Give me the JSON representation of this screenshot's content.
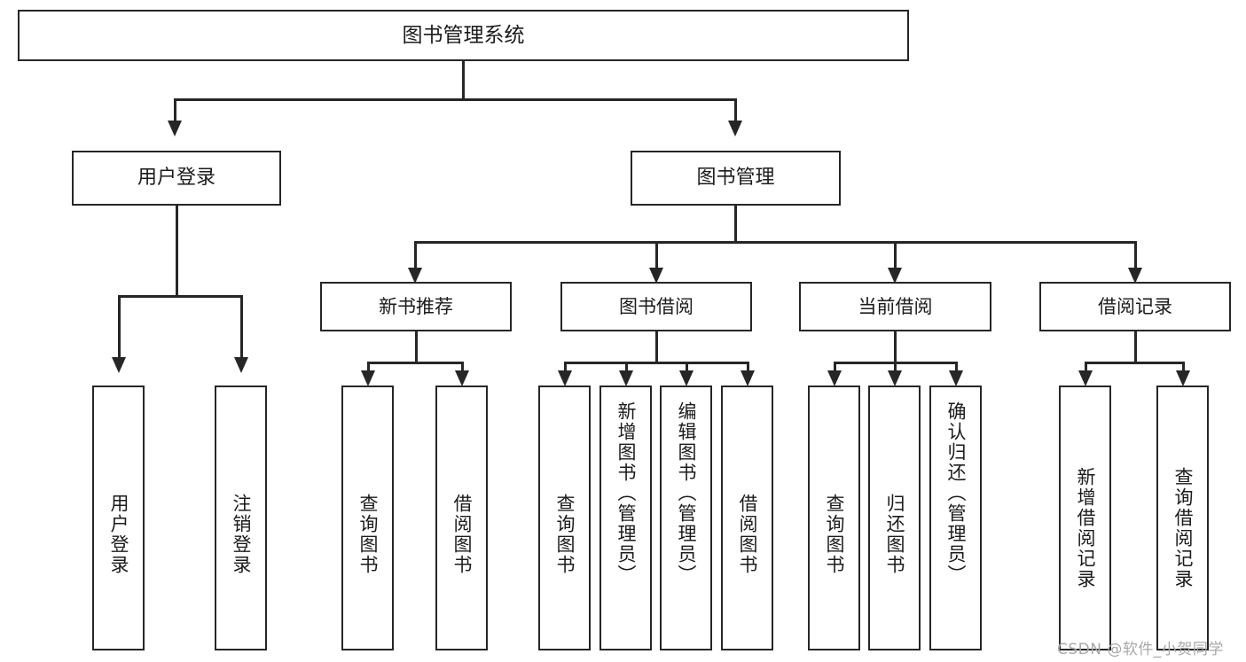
{
  "diagram": {
    "title": "图书管理系统",
    "type": "功能结构图",
    "root": {
      "id": "root",
      "label": "图书管理系统",
      "level": 1
    },
    "level2": [
      {
        "id": "user-login",
        "label": "用户登录"
      },
      {
        "id": "book-manage",
        "label": "图书管理"
      }
    ],
    "level3": [
      {
        "id": "new-book-rec",
        "label": "新书推荐",
        "parent": "book-manage"
      },
      {
        "id": "book-borrow",
        "label": "图书借阅",
        "parent": "book-manage"
      },
      {
        "id": "current-borrow",
        "label": "当前借阅",
        "parent": "book-manage"
      },
      {
        "id": "borrow-record",
        "label": "借阅记录",
        "parent": "book-manage"
      }
    ],
    "leaves": [
      {
        "id": "leaf-user-login",
        "label": "用户登录",
        "parent": "user-login"
      },
      {
        "id": "leaf-user-logout",
        "label": "注销登录",
        "parent": "user-login"
      },
      {
        "id": "leaf-query-book-1",
        "label": "查询图书",
        "parent": "new-book-rec"
      },
      {
        "id": "leaf-borrow-book-1",
        "label": "借阅图书",
        "parent": "new-book-rec"
      },
      {
        "id": "leaf-query-book-2",
        "label": "查询图书",
        "parent": "book-borrow"
      },
      {
        "id": "leaf-add-book",
        "label": "新增图书（管理员）",
        "parent": "book-borrow"
      },
      {
        "id": "leaf-edit-book",
        "label": "编辑图书（管理员）",
        "parent": "book-borrow"
      },
      {
        "id": "leaf-borrow-book-2",
        "label": "借阅图书",
        "parent": "book-borrow"
      },
      {
        "id": "leaf-query-book-3",
        "label": "查询图书",
        "parent": "current-borrow"
      },
      {
        "id": "leaf-return-book",
        "label": "归还图书",
        "parent": "current-borrow"
      },
      {
        "id": "leaf-confirm-return",
        "label": "确认归还（管理员）",
        "parent": "current-borrow"
      },
      {
        "id": "leaf-add-record",
        "label": "新增借阅记录",
        "parent": "borrow-record"
      },
      {
        "id": "leaf-query-record",
        "label": "查询借阅记录",
        "parent": "borrow-record"
      }
    ],
    "colors": {
      "border": "#262626",
      "fill": "#ffffff",
      "text": "#1b1b1b",
      "watermark": "#a8a8a8"
    }
  },
  "watermark": {
    "text": "CSDN @软件_小贺同学"
  }
}
